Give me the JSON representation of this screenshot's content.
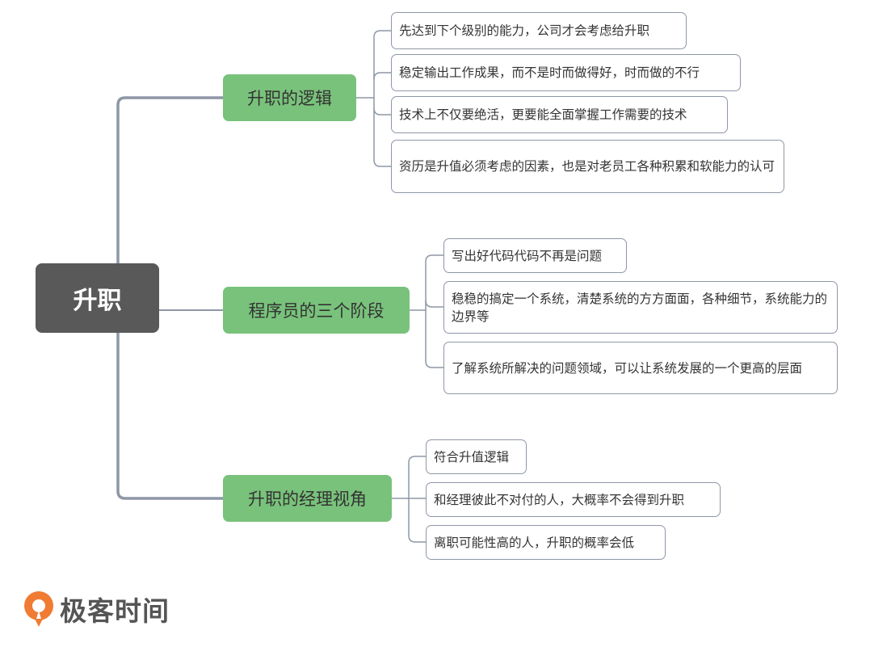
{
  "root": {
    "label": "升职"
  },
  "branches": [
    {
      "label": "升职的逻辑",
      "leaves": [
        "先达到下个级别的能力，公司才会考虑给升职",
        "稳定输出工作成果，而不是时而做得好，时而做的不行",
        "技术上不仅要绝活，更要能全面掌握工作需要的技术",
        "资历是升值必须考虑的因素，也是对老员工各种积累和软能力的认可"
      ]
    },
    {
      "label": "程序员的三个阶段",
      "leaves": [
        "写出好代码代码不再是问题",
        "稳稳的搞定一个系统，清楚系统的方方面面，各种细节，系统能力的边界等",
        "了解系统所解决的问题领域，可以让系统发展的一个更高的层面"
      ]
    },
    {
      "label": "升职的经理视角",
      "leaves": [
        "符合升值逻辑",
        "和经理彼此不对付的人，大概率不会得到升职",
        "离职可能性高的人，升职的概率会低"
      ]
    }
  ],
  "brand": {
    "name": "极客时间",
    "icon": "geektime-logo-icon",
    "accent": "#f07b33"
  },
  "colors": {
    "root": "#595959",
    "branch": "#79c27b",
    "line": "#8e97a6"
  }
}
